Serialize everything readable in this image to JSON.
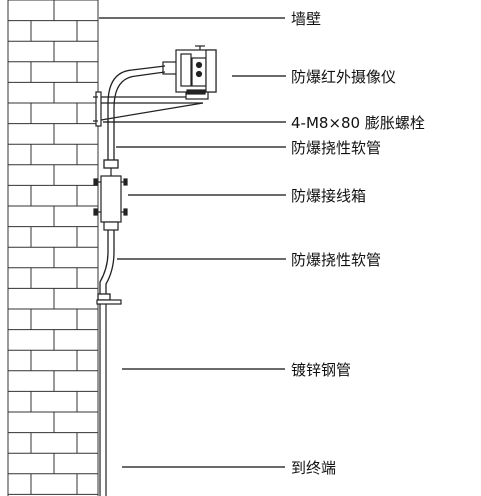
{
  "labels": {
    "wall": "墙壁",
    "camera": "防爆红外摄像仪",
    "bolt": "4-M8×80 膨胀螺栓",
    "hose_upper": "防爆挠性软管",
    "junction_box": "防爆接线箱",
    "hose_lower": "防爆挠性软管",
    "steel_pipe": "镀锌钢管",
    "terminal": "到终端"
  }
}
